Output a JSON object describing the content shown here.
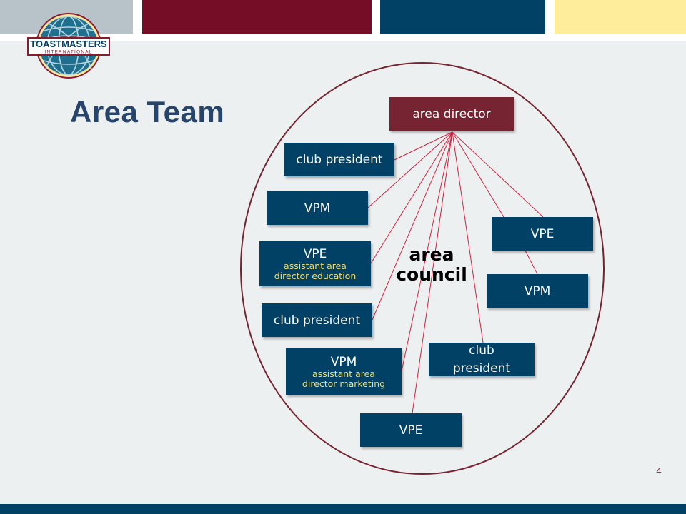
{
  "header": {
    "color_bars": [
      {
        "name": "gray",
        "color": "#b7c3c8"
      },
      {
        "name": "maroon",
        "color": "#760d27"
      },
      {
        "name": "navy",
        "color": "#004165"
      },
      {
        "name": "yellow",
        "color": "#feed9b"
      }
    ],
    "logo": {
      "line1": "TOASTMASTERS",
      "line2": "INTERNATIONAL"
    }
  },
  "slide": {
    "title": "Area Team",
    "page_number": "4"
  },
  "diagram": {
    "center_label_line1": "area",
    "center_label_line2": "council",
    "boundary_color": "#772432",
    "connector_color": "#d3213f",
    "director": {
      "label": "area director",
      "color": "#772432"
    },
    "nodes": [
      {
        "id": "cp1",
        "label": "club president",
        "sub": ""
      },
      {
        "id": "vpm1",
        "label": "VPM",
        "sub": ""
      },
      {
        "id": "vpe1",
        "label": "VPE",
        "sub": "assistant area director education"
      },
      {
        "id": "cp2",
        "label": "club president",
        "sub": ""
      },
      {
        "id": "vpm2",
        "label": "VPM",
        "sub": "assistant area director marketing"
      },
      {
        "id": "vpe2",
        "label": "VPE",
        "sub": ""
      },
      {
        "id": "cp3",
        "label": "club president",
        "sub": ""
      },
      {
        "id": "vpe3",
        "label": "VPE",
        "sub": ""
      },
      {
        "id": "vpm3",
        "label": "VPM",
        "sub": ""
      }
    ],
    "sub_lines": {
      "vpe1": [
        "assistant area",
        "director education"
      ],
      "vpm2": [
        "assistant area",
        "director marketing"
      ]
    },
    "cp3_lines": [
      "club",
      "president"
    ]
  }
}
